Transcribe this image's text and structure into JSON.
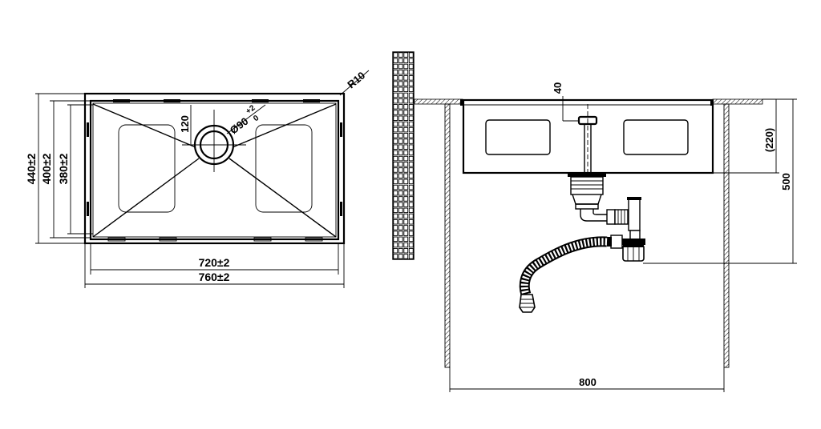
{
  "top_view": {
    "dims": {
      "width_inner": "720±2",
      "width_outer": "760±2",
      "height_outer": "440±2",
      "height_mid": "400±2",
      "height_inner": "380±2",
      "drain_offset": "120",
      "drain_dia": "Ø90",
      "drain_tol_plus": "+2",
      "drain_tol_zero": "0",
      "corner_radius": "R10"
    }
  },
  "side_view": {
    "dims": {
      "overflow_offset": "40",
      "bowl_depth": "(220)",
      "total_depth": "500",
      "cabinet_width": "800"
    }
  }
}
